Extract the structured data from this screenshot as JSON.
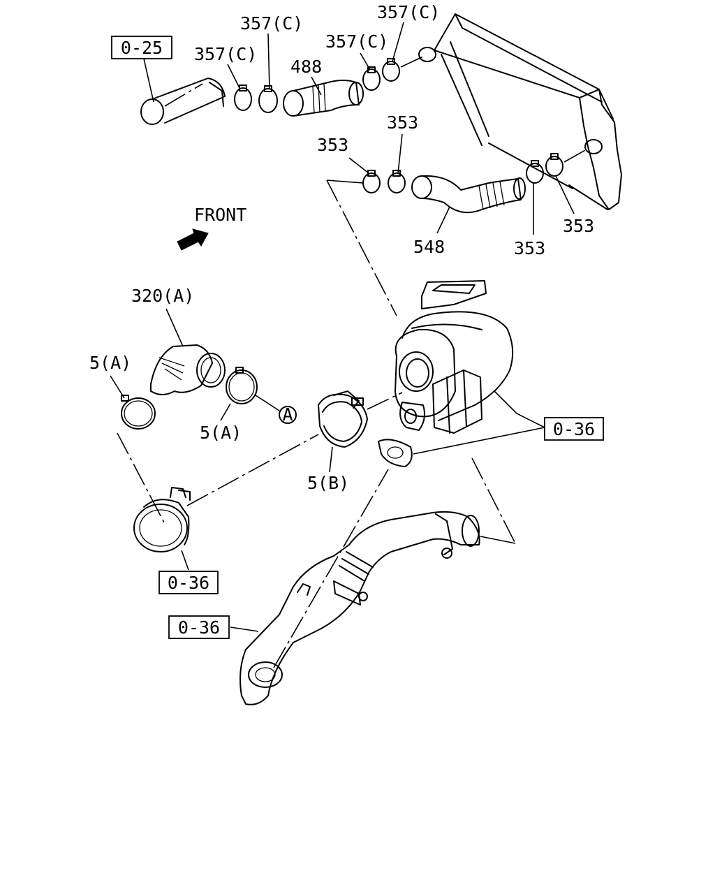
{
  "front_label": "FRONT",
  "callouts": {
    "ref_025": "0-25",
    "clamp_357c_1": "357(C)",
    "clamp_357c_2": "357(C)",
    "clamp_357c_3": "357(C)",
    "clamp_357c_4": "357(C)",
    "hose_488": "488",
    "clamp_353_1": "353",
    "clamp_353_2": "353",
    "clamp_353_3": "353",
    "clamp_353_4": "353",
    "hose_548": "548",
    "hose_320a": "320(A)",
    "clamp_5a_1": "5(A)",
    "clamp_5a_2": "5(A)",
    "marker_a": "A",
    "clamp_5b": "5(B)",
    "ref_036_turbo": "0-36",
    "ref_036_inlet": "0-36",
    "ref_036_pipe": "0-36"
  }
}
